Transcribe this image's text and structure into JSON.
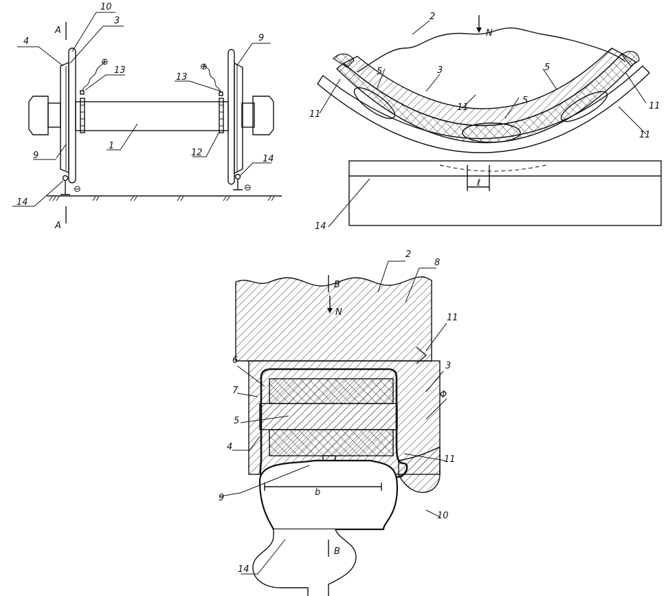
{
  "figure1": {
    "labels": [
      "A",
      "10",
      "3",
      "4",
      "13",
      "13",
      "9",
      "1",
      "12",
      "9",
      "14",
      "14",
      "A"
    ],
    "symbols": {
      "plus": "⊕",
      "minus": "⊖"
    }
  },
  "figure2": {
    "labels": [
      "2",
      "N",
      "5",
      "3",
      "5",
      "11",
      "5",
      "11",
      "11",
      "11",
      "ℓ",
      "14"
    ]
  },
  "figure3": {
    "labels": [
      "B",
      "2",
      "8",
      "N",
      "11",
      "6",
      "3",
      "Φ",
      "7",
      "5",
      "4",
      "11",
      "9",
      "b",
      "10",
      "14",
      "B"
    ]
  }
}
